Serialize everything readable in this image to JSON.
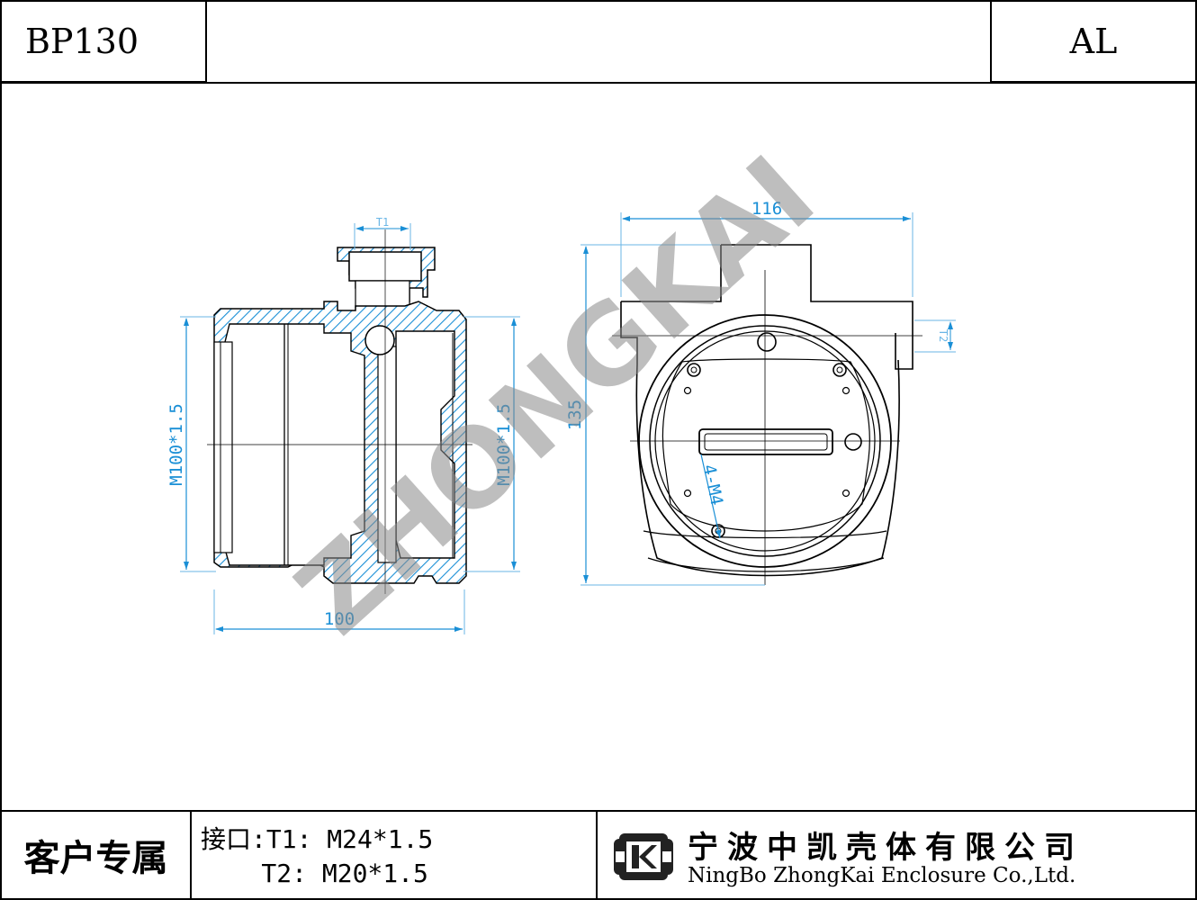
{
  "header": {
    "model": "BP130",
    "material": "AL"
  },
  "watermark": "ZHONGKAI",
  "dimensions": {
    "side_width": "100",
    "side_left_thread": "M100*1.5",
    "side_right_thread": "M100*1.5",
    "side_top_port": "T1",
    "front_width": "116",
    "front_height": "135",
    "front_side_port": "T2",
    "front_holes": "4-M4"
  },
  "title_block": {
    "owner_label": "客户专属",
    "ports_line1": "接口:T1: M24*1.5",
    "ports_line2": "    T2: M20*1.5",
    "company_cn": "宁波中凯壳体有限公司",
    "company_en": "NingBo ZhongKai Enclosure Co.,Ltd."
  },
  "colors": {
    "dimension": "#1a8fd6",
    "hatch": "#1a8fd6",
    "line": "#000000"
  }
}
